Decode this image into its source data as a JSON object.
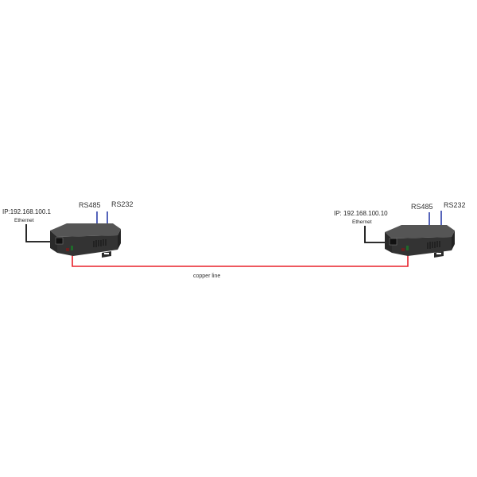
{
  "diagram": {
    "type": "network-topology",
    "link": {
      "label": "copper line",
      "color": "#e8202a"
    },
    "nodes": [
      {
        "id": "device-left",
        "ip_label": "IP:192.168.100.1",
        "port_label": "Ethernet",
        "serial_labels": [
          "RS485",
          "RS232"
        ]
      },
      {
        "id": "device-right",
        "ip_label": "IP: 192.168.100.10",
        "port_label": "Ethernet",
        "serial_labels": [
          "RS485",
          "RS232"
        ]
      }
    ],
    "colors": {
      "ethernet_cable": "#111111",
      "serial_cable": "#2b3ea8",
      "copper_cable": "#e8202a",
      "device_body": "#2f2f2f",
      "device_top": "#4a4a4a"
    }
  }
}
